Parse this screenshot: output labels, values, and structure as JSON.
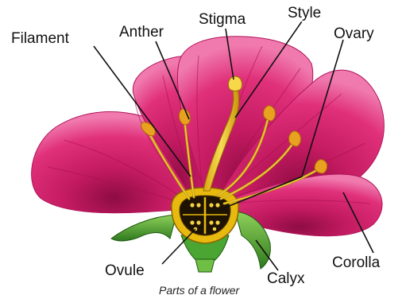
{
  "diagram": {
    "labels": {
      "filament": "Filament",
      "anther": "Anther",
      "stigma": "Stigma",
      "style": "Style",
      "ovary": "Ovary",
      "ovule": "Ovule",
      "calyx": "Calyx",
      "corolla": "Corolla"
    },
    "caption": "Parts of a flower"
  },
  "colors": {
    "petal": "#e0307a",
    "petal_dark": "#a8124f",
    "petal_light": "#f59ac2",
    "stamen": "#e3b514",
    "sepal": "#3f9a2a",
    "ovary_dark": "#1e1200"
  }
}
